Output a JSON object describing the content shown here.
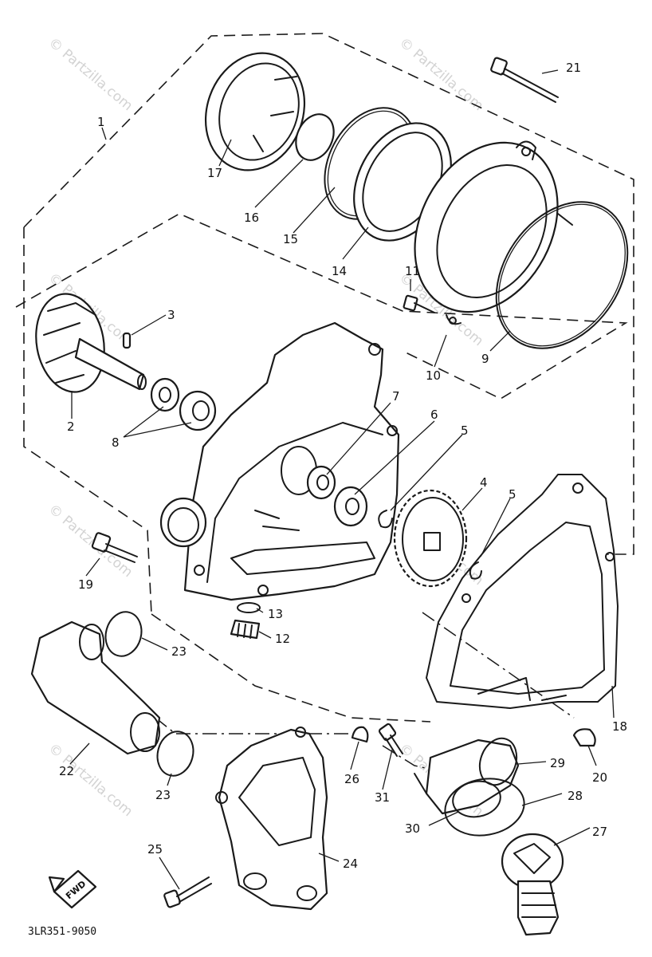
{
  "diagram": {
    "code": "3LR351-9050",
    "forward_label": "FWD",
    "watermark": "© Partzilla.com",
    "part_numbers": [
      "1",
      "2",
      "3",
      "4",
      "5",
      "5",
      "6",
      "7",
      "8",
      "9",
      "10",
      "11",
      "12",
      "13",
      "14",
      "15",
      "16",
      "17",
      "18",
      "19",
      "20",
      "21",
      "22",
      "23",
      "23",
      "24",
      "25",
      "26",
      "27",
      "28",
      "29",
      "30",
      "31"
    ]
  }
}
